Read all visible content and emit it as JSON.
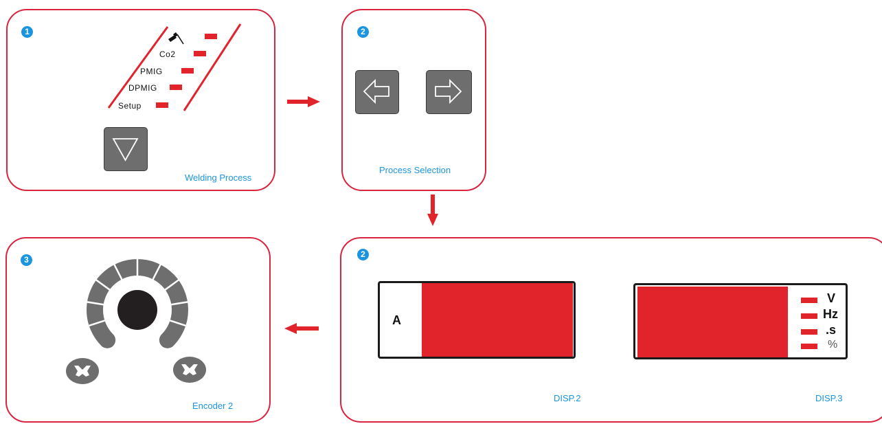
{
  "panel1": {
    "badge": "1",
    "caption": "Welding Process",
    "modes": [
      "Co2",
      "PMIG",
      "DPMIG",
      "Setup"
    ]
  },
  "panel2": {
    "badge": "2",
    "caption": "Process Selection"
  },
  "panel3": {
    "badge": "3",
    "caption": "Encoder 2"
  },
  "panel4": {
    "badge": "2",
    "disp2_unit": "A",
    "disp2_caption": "DISP.2",
    "disp3_caption": "DISP.3",
    "disp3_units": [
      "V",
      "Hz",
      ".s",
      "%"
    ]
  },
  "colors": {
    "frame": "#d8243f",
    "led": "#e1242b",
    "badge": "#1b95e0",
    "button": "#6e6e6e"
  },
  "icons": {
    "welding_torch": "welding-torch-icon",
    "down": "down-triangle-icon",
    "left": "left-arrow-icon",
    "right": "right-arrow-icon",
    "knob": "encoder-knob-icon",
    "torch_trigger": "torch-button-icon"
  }
}
